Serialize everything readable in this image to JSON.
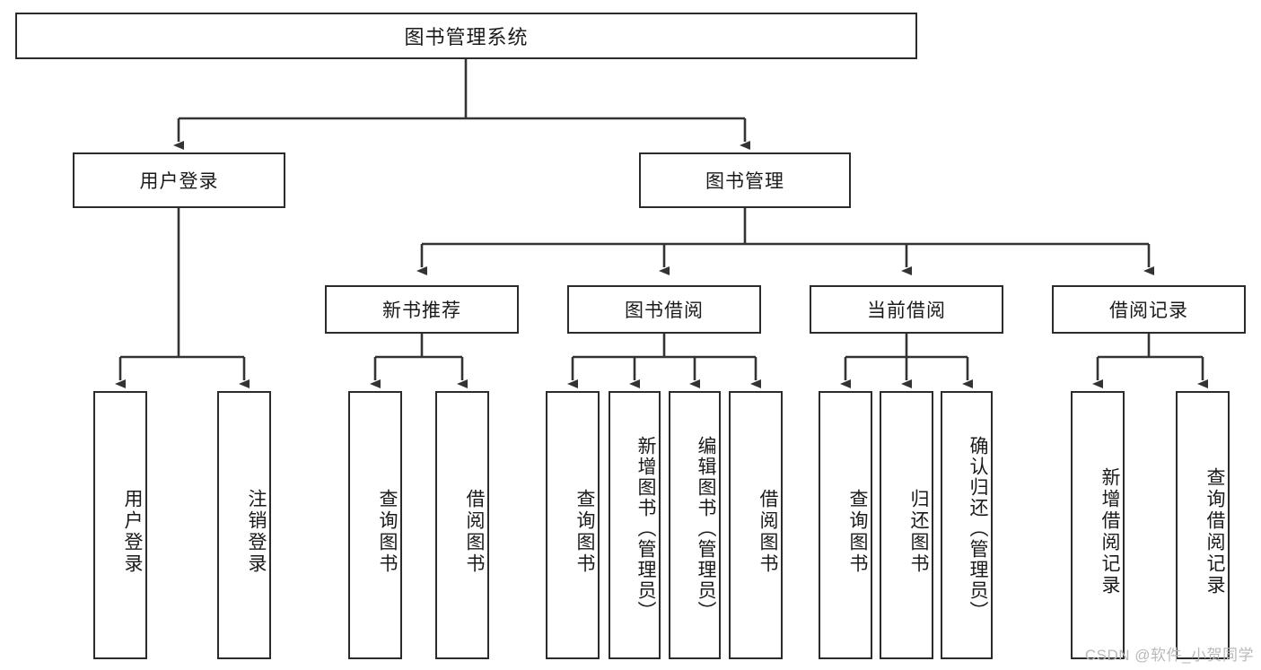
{
  "diagram": {
    "type": "tree-hierarchy",
    "title": "图书管理系统",
    "watermark": "CSDN @软件_小贺同学",
    "colors": {
      "box_border": "#2b2b2b",
      "box_fill": "#ffffff",
      "connector": "#333333",
      "text": "#1a1a1a",
      "watermark": "#b9b9b9"
    },
    "levels": {
      "root": "图书管理系统",
      "level1": [
        "用户登录",
        "图书管理"
      ],
      "level2": [
        "新书推荐",
        "图书借阅",
        "当前借阅",
        "借阅记录"
      ]
    },
    "nodes": {
      "root": {
        "label": "图书管理系统"
      },
      "user_login": {
        "label": "用户登录"
      },
      "book_manage": {
        "label": "图书管理"
      },
      "new_book_rec": {
        "label": "新书推荐"
      },
      "book_borrow": {
        "label": "图书借阅"
      },
      "current_borrow": {
        "label": "当前借阅"
      },
      "borrow_record": {
        "label": "借阅记录"
      },
      "leaf_user_login": {
        "label": "用户登录"
      },
      "leaf_logout": {
        "label": "注销登录"
      },
      "leaf_query_book_1": {
        "label": "查询图书"
      },
      "leaf_borrow_book_1": {
        "label": "借阅图书"
      },
      "leaf_query_book_2": {
        "label": "查询图书"
      },
      "leaf_add_book": {
        "label": "新增图书（管理员）"
      },
      "leaf_edit_book": {
        "label": "编辑图书（管理员）"
      },
      "leaf_borrow_book_2": {
        "label": "借阅图书"
      },
      "leaf_query_book_3": {
        "label": "查询图书"
      },
      "leaf_return_book": {
        "label": "归还图书"
      },
      "leaf_confirm_return": {
        "label": "确认归还（管理员）"
      },
      "leaf_add_record": {
        "label": "新增借阅记录"
      },
      "leaf_query_record": {
        "label": "查询借阅记录"
      }
    },
    "edges": [
      {
        "from": "root",
        "to": "user_login"
      },
      {
        "from": "root",
        "to": "book_manage"
      },
      {
        "from": "user_login",
        "to": "leaf_user_login"
      },
      {
        "from": "user_login",
        "to": "leaf_logout"
      },
      {
        "from": "book_manage",
        "to": "new_book_rec"
      },
      {
        "from": "book_manage",
        "to": "book_borrow"
      },
      {
        "from": "book_manage",
        "to": "current_borrow"
      },
      {
        "from": "book_manage",
        "to": "borrow_record"
      },
      {
        "from": "new_book_rec",
        "to": "leaf_query_book_1"
      },
      {
        "from": "new_book_rec",
        "to": "leaf_borrow_book_1"
      },
      {
        "from": "book_borrow",
        "to": "leaf_query_book_2"
      },
      {
        "from": "book_borrow",
        "to": "leaf_add_book"
      },
      {
        "from": "book_borrow",
        "to": "leaf_edit_book"
      },
      {
        "from": "book_borrow",
        "to": "leaf_borrow_book_2"
      },
      {
        "from": "current_borrow",
        "to": "leaf_query_book_3"
      },
      {
        "from": "current_borrow",
        "to": "leaf_return_book"
      },
      {
        "from": "current_borrow",
        "to": "leaf_confirm_return"
      },
      {
        "from": "borrow_record",
        "to": "leaf_add_record"
      },
      {
        "from": "borrow_record",
        "to": "leaf_query_record"
      }
    ]
  }
}
